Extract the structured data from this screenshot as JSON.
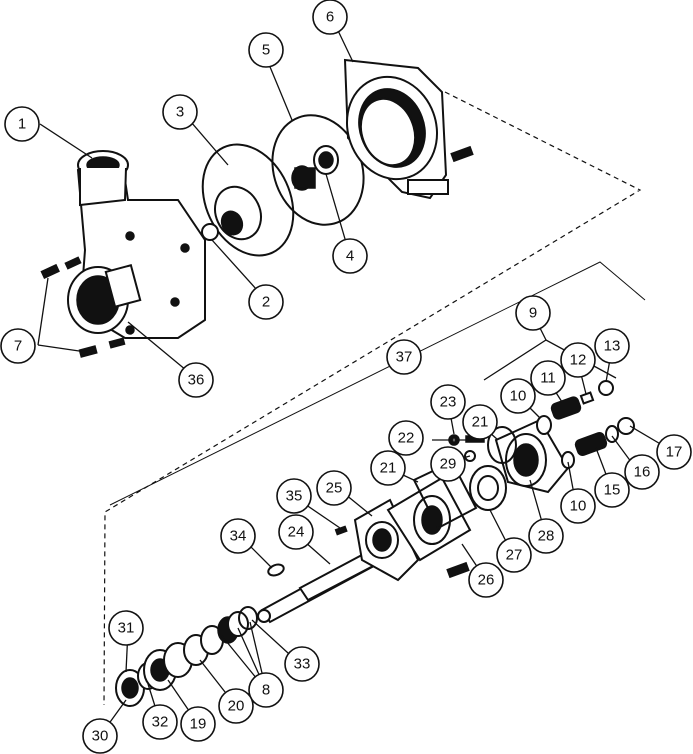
{
  "diagram": {
    "callouts": [
      {
        "id": "c1",
        "label": "1"
      },
      {
        "id": "c2",
        "label": "2"
      },
      {
        "id": "c3",
        "label": "3"
      },
      {
        "id": "c4",
        "label": "4"
      },
      {
        "id": "c5",
        "label": "5"
      },
      {
        "id": "c6",
        "label": "6"
      },
      {
        "id": "c7",
        "label": "7"
      },
      {
        "id": "c36",
        "label": "36"
      },
      {
        "id": "c37",
        "label": "37"
      },
      {
        "id": "c9",
        "label": "9"
      },
      {
        "id": "c10a",
        "label": "10"
      },
      {
        "id": "c11",
        "label": "11"
      },
      {
        "id": "c12",
        "label": "12"
      },
      {
        "id": "c13",
        "label": "13"
      },
      {
        "id": "c23",
        "label": "23"
      },
      {
        "id": "c21a",
        "label": "21"
      },
      {
        "id": "c22",
        "label": "22"
      },
      {
        "id": "c29",
        "label": "29"
      },
      {
        "id": "c21b",
        "label": "21"
      },
      {
        "id": "c10b",
        "label": "10"
      },
      {
        "id": "c15",
        "label": "15"
      },
      {
        "id": "c16",
        "label": "16"
      },
      {
        "id": "c17",
        "label": "17"
      },
      {
        "id": "c28",
        "label": "28"
      },
      {
        "id": "c27",
        "label": "27"
      },
      {
        "id": "c26",
        "label": "26"
      },
      {
        "id": "c25",
        "label": "25"
      },
      {
        "id": "c35",
        "label": "35"
      },
      {
        "id": "c34",
        "label": "34"
      },
      {
        "id": "c24",
        "label": "24"
      },
      {
        "id": "c31",
        "label": "31"
      },
      {
        "id": "c33",
        "label": "33"
      },
      {
        "id": "c8",
        "label": "8"
      },
      {
        "id": "c20",
        "label": "20"
      },
      {
        "id": "c19",
        "label": "19"
      },
      {
        "id": "c32",
        "label": "32"
      },
      {
        "id": "c30",
        "label": "30"
      }
    ]
  }
}
